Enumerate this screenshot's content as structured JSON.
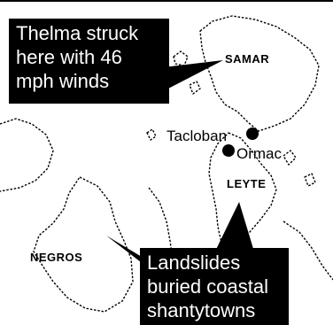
{
  "map": {
    "colors": {
      "land_outline": "#000000",
      "callout_bg": "#000000",
      "callout_text": "#ffffff",
      "city_dot": "#000000"
    }
  },
  "callouts": {
    "thelma": [
      "Thelma struck",
      "here with 46",
      "mph winds"
    ],
    "landslides": [
      "Landslides",
      "buried coastal",
      "shantytowns"
    ]
  },
  "places": {
    "samar": "SAMAR",
    "leyte": "LEYTE",
    "negros": "NEGROS",
    "tacloban": "Tacloban",
    "ormac": "Ormac"
  }
}
